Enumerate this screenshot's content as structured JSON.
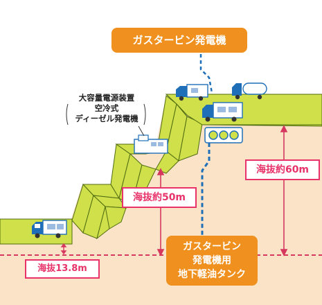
{
  "labels": {
    "gas_turbine": "ガスタービン発電機",
    "diesel_line1": "大容量電源装置",
    "diesel_line2": "空冷式",
    "diesel_line3": "ディーゼル発電機",
    "elev_50": "海抜約50m",
    "elev_60": "海抜約60m",
    "elev_13_8": "海抜13.8m",
    "tank_line1": "ガスタービン",
    "tank_line2": "発電機用",
    "tank_line3": "地下軽油タンク"
  },
  "colors": {
    "ground": "#fbe3c8",
    "terrain": "#cfe04a",
    "terrain_edge": "#4f6b10",
    "dashed_line": "#d6375e",
    "pipe": "#1f6fb8",
    "orange": "#f0901e",
    "red": "#e8336a",
    "arrow": "#d6375e"
  },
  "icons": [
    "truck-icon",
    "tanker-truck-icon",
    "generator-unit-icon",
    "fuel-tank-icon"
  ]
}
